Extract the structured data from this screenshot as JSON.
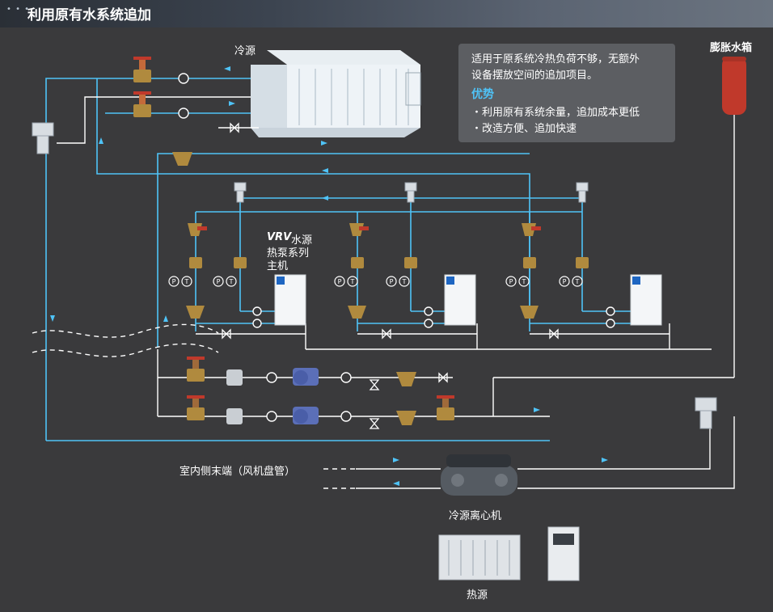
{
  "header": {
    "title": "利用原有水系统追加",
    "dots": "• • •"
  },
  "info": {
    "line1": "适用于原系统冷热负荷不够，无额外",
    "line2": "设备摆放空间的追加项目。",
    "advantage_title": "优势",
    "bullet1": "・利用原有系统余量，追加成本更低",
    "bullet2": "・改造方便、追加快速"
  },
  "labels": {
    "cold_source": "冷源",
    "expansion_tank": "膨胀水箱",
    "vrv_line1": "水源",
    "vrv_brand": "VRV",
    "vrv_line2": "热泵系列",
    "vrv_line3": "主机",
    "indoor_terminal": "室内侧末端（风机盘管）",
    "centrifugal": "冷源离心机",
    "heat_source": "热源",
    "gauge_p": "P",
    "gauge_t": "T"
  },
  "colors": {
    "background": "#3a3a3c",
    "pipe_blue": "#4fc3f7",
    "pipe_white": "#ffffff",
    "valve_bronze": "#b08a3e",
    "tank_red": "#c0392b"
  },
  "icons": {
    "gate_valve": "gate-valve-icon",
    "strainer": "y-strainer-icon",
    "pump": "pump-icon",
    "check_valve": "check-valve-icon",
    "flow_arrow": "flow-arrow-icon",
    "water_source_unit": "vrv-unit-icon",
    "chiller": "centrifugal-chiller-icon",
    "cooling_tower": "cooling-tower-icon",
    "tank": "expansion-tank-icon"
  }
}
